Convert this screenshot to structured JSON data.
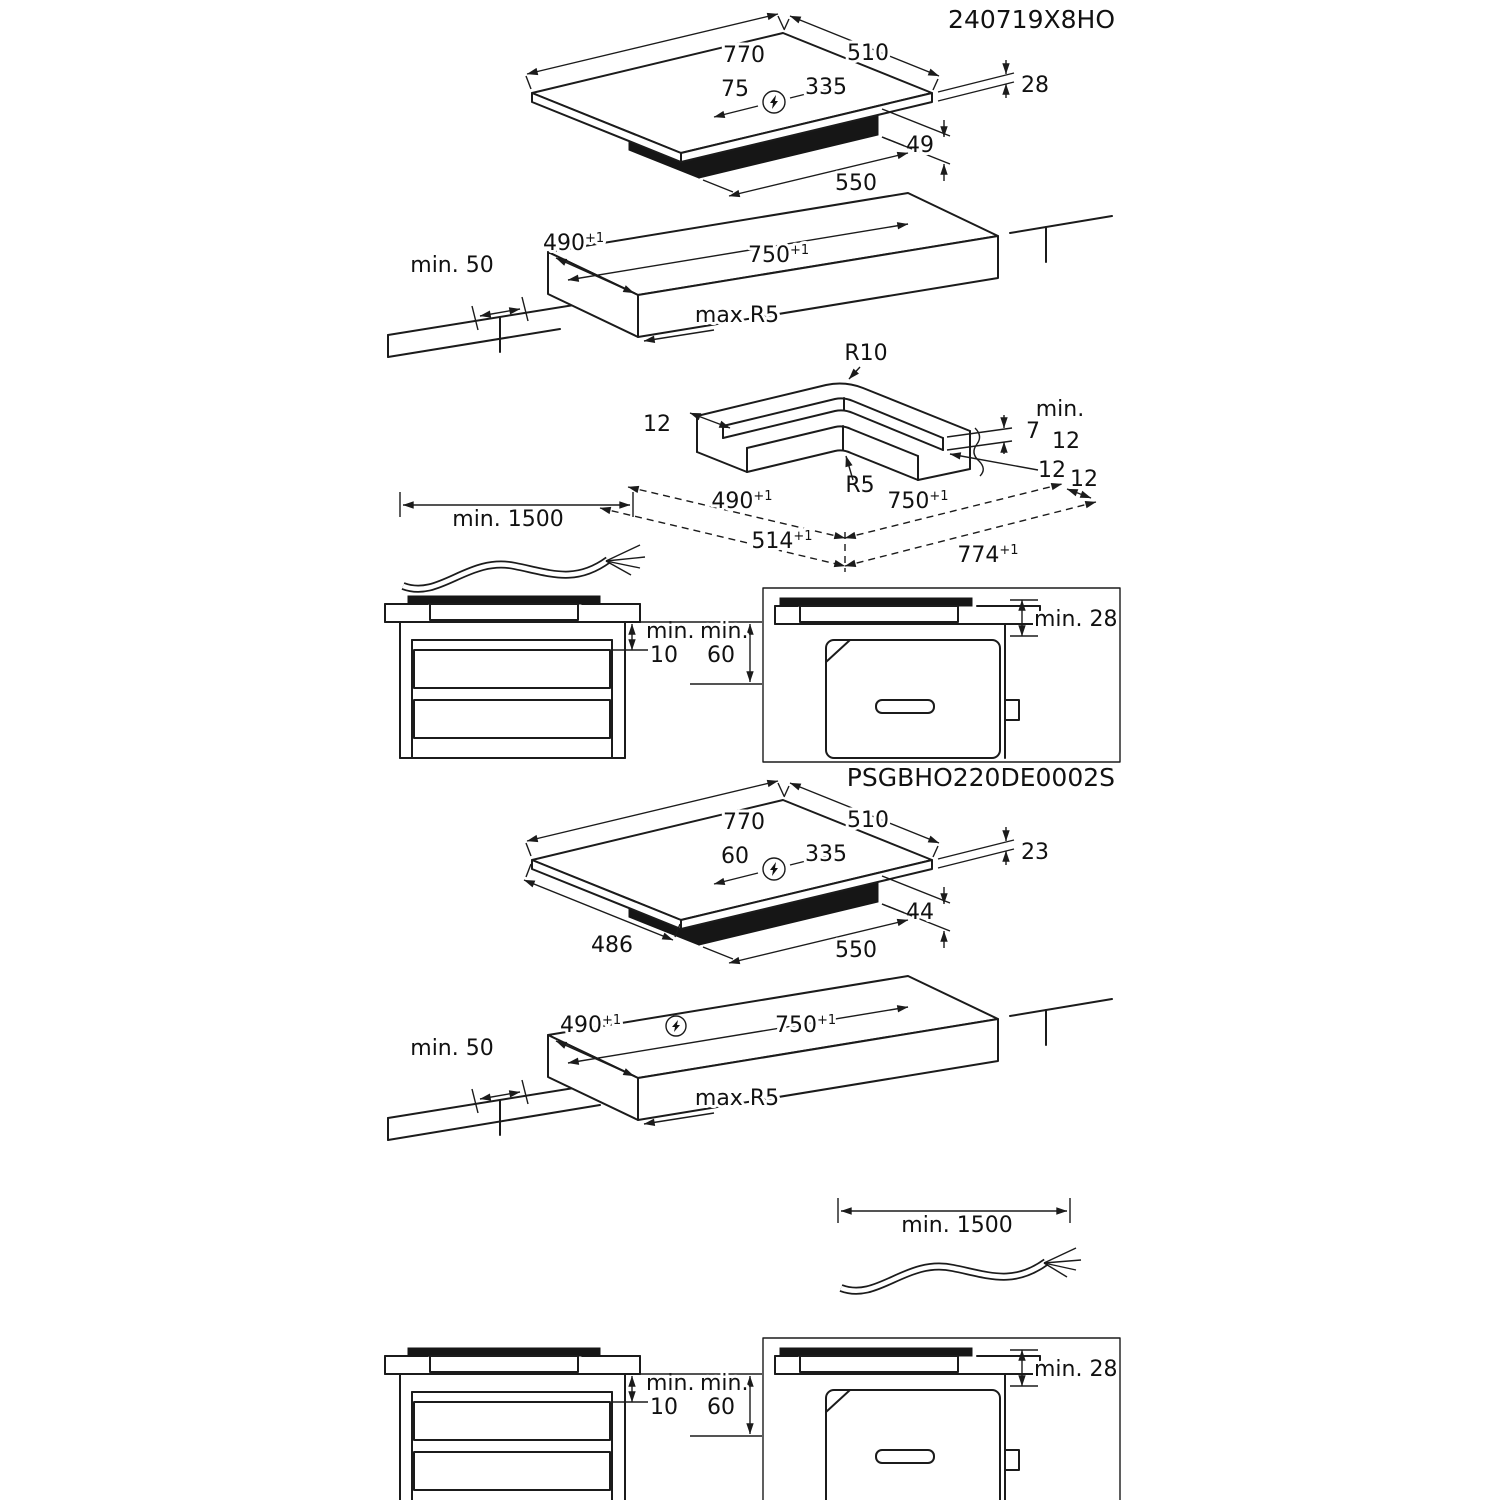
{
  "codes": {
    "top_right": "240719X8HO",
    "sheet": "PSGBHO220DE0002S"
  },
  "hob_a": {
    "width": "770",
    "depth": "510",
    "power_left": "75",
    "power_right": "335",
    "glass_height": "28",
    "body_height": "49",
    "body_width": "550"
  },
  "cutout_a": {
    "wall_distance": "min. 50",
    "depth": "490",
    "depth_tol": "+1",
    "width": "750",
    "width_tol": "+1",
    "corner_radius": "max R5"
  },
  "frame_profile": {
    "outer_radius": "R10",
    "rim_width_left": "12",
    "min_label": "min.",
    "step_height": "7",
    "step_width": "12",
    "inner_radius": "R5",
    "rim_width_right": "12",
    "chain_offset": "12",
    "inner_depth": "490",
    "inner_depth_tol": "+1",
    "inner_width": "750",
    "inner_width_tol": "+1",
    "outer_depth": "514",
    "outer_depth_tol": "+1",
    "outer_width": "774",
    "outer_width_tol": "+1"
  },
  "cable_a": {
    "length": "min. 1500"
  },
  "cabinet_a": {
    "min_label_1": "min.",
    "gap": "10",
    "min_label_2": "min.",
    "vent": "60"
  },
  "oven_a": {
    "clearance": "min. 28"
  },
  "hob_b": {
    "width": "770",
    "depth": "510",
    "power_left": "60",
    "power_right": "335",
    "glass_height": "23",
    "body_height": "44",
    "body_width": "550",
    "glass_depth": "486"
  },
  "cutout_b": {
    "wall_distance": "min. 50",
    "depth": "490",
    "depth_tol": "+1",
    "width": "750",
    "width_tol": "+1",
    "corner_radius": "max R5"
  },
  "cable_b": {
    "length": "min. 1500"
  },
  "cabinet_b": {
    "min_label_1": "min.",
    "gap": "10",
    "min_label_2": "min.",
    "vent": "60"
  },
  "oven_b": {
    "clearance": "min. 28"
  }
}
